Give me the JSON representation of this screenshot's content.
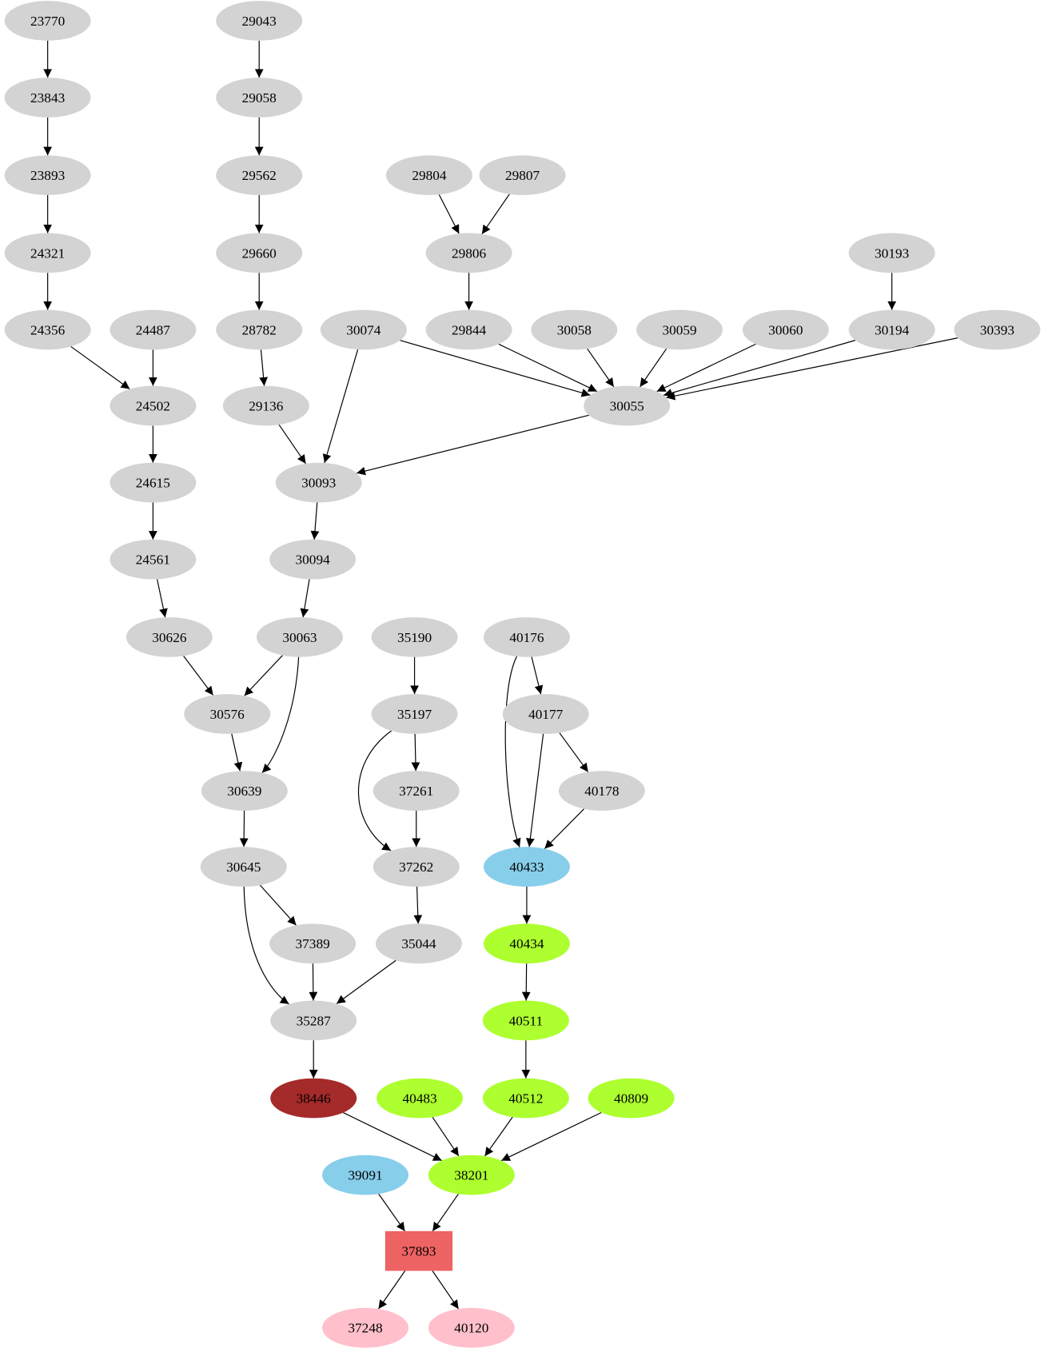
{
  "colors": {
    "default": "#d3d3d3",
    "skyblue": "#87ceeb",
    "greenyellow": "#adff2f",
    "brown": "#a52a2a",
    "indianred": "#ee6363",
    "pink": "#ffc0cb"
  },
  "nodes": [
    {
      "id": "23770",
      "color": "default"
    },
    {
      "id": "23843",
      "color": "default"
    },
    {
      "id": "23893",
      "color": "default"
    },
    {
      "id": "24321",
      "color": "default"
    },
    {
      "id": "24356",
      "color": "default"
    },
    {
      "id": "24487",
      "color": "default"
    },
    {
      "id": "24502",
      "color": "default"
    },
    {
      "id": "24615",
      "color": "default"
    },
    {
      "id": "24561",
      "color": "default"
    },
    {
      "id": "30626",
      "color": "default"
    },
    {
      "id": "29043",
      "color": "default"
    },
    {
      "id": "29058",
      "color": "default"
    },
    {
      "id": "29562",
      "color": "default"
    },
    {
      "id": "29660",
      "color": "default"
    },
    {
      "id": "28782",
      "color": "default"
    },
    {
      "id": "29136",
      "color": "default"
    },
    {
      "id": "30074",
      "color": "default"
    },
    {
      "id": "30093",
      "color": "default"
    },
    {
      "id": "30094",
      "color": "default"
    },
    {
      "id": "30063",
      "color": "default"
    },
    {
      "id": "30576",
      "color": "default"
    },
    {
      "id": "30639",
      "color": "default"
    },
    {
      "id": "30645",
      "color": "default"
    },
    {
      "id": "37389",
      "color": "default"
    },
    {
      "id": "35287",
      "color": "default"
    },
    {
      "id": "38446",
      "color": "brown"
    },
    {
      "id": "29804",
      "color": "default"
    },
    {
      "id": "29807",
      "color": "default"
    },
    {
      "id": "29806",
      "color": "default"
    },
    {
      "id": "29844",
      "color": "default"
    },
    {
      "id": "30058",
      "color": "default"
    },
    {
      "id": "30059",
      "color": "default"
    },
    {
      "id": "30060",
      "color": "default"
    },
    {
      "id": "30193",
      "color": "default"
    },
    {
      "id": "30194",
      "color": "default"
    },
    {
      "id": "30393",
      "color": "default"
    },
    {
      "id": "30055",
      "color": "default"
    },
    {
      "id": "35190",
      "color": "default"
    },
    {
      "id": "35197",
      "color": "default"
    },
    {
      "id": "37261",
      "color": "default"
    },
    {
      "id": "37262",
      "color": "default"
    },
    {
      "id": "35044",
      "color": "default"
    },
    {
      "id": "40176",
      "color": "default"
    },
    {
      "id": "40177",
      "color": "default"
    },
    {
      "id": "40178",
      "color": "default"
    },
    {
      "id": "40433",
      "color": "skyblue"
    },
    {
      "id": "40434",
      "color": "greenyellow"
    },
    {
      "id": "40511",
      "color": "greenyellow"
    },
    {
      "id": "40512",
      "color": "greenyellow"
    },
    {
      "id": "40483",
      "color": "greenyellow"
    },
    {
      "id": "40809",
      "color": "greenyellow"
    },
    {
      "id": "38201",
      "color": "greenyellow"
    },
    {
      "id": "39091",
      "color": "skyblue"
    },
    {
      "id": "37893",
      "color": "indianred",
      "shape": "box"
    },
    {
      "id": "37248",
      "color": "pink"
    },
    {
      "id": "40120",
      "color": "pink"
    }
  ],
  "edges": [
    [
      "23770",
      "23843"
    ],
    [
      "23843",
      "23893"
    ],
    [
      "23893",
      "24321"
    ],
    [
      "24321",
      "24356"
    ],
    [
      "24356",
      "24502"
    ],
    [
      "24487",
      "24502"
    ],
    [
      "24502",
      "24615"
    ],
    [
      "24615",
      "24561"
    ],
    [
      "24561",
      "30626"
    ],
    [
      "30626",
      "30576"
    ],
    [
      "29043",
      "29058"
    ],
    [
      "29058",
      "29562"
    ],
    [
      "29562",
      "29660"
    ],
    [
      "29660",
      "28782"
    ],
    [
      "28782",
      "29136"
    ],
    [
      "29136",
      "30093"
    ],
    [
      "30074",
      "30093"
    ],
    [
      "30074",
      "30055"
    ],
    [
      "30055",
      "30093"
    ],
    [
      "30093",
      "30094"
    ],
    [
      "30094",
      "30063"
    ],
    [
      "30063",
      "30576"
    ],
    [
      "30063",
      "30639"
    ],
    [
      "30576",
      "30639"
    ],
    [
      "30639",
      "30645"
    ],
    [
      "30645",
      "37389"
    ],
    [
      "30645",
      "35287"
    ],
    [
      "37389",
      "35287"
    ],
    [
      "35044",
      "35287"
    ],
    [
      "35287",
      "38446"
    ],
    [
      "29804",
      "29806"
    ],
    [
      "29807",
      "29806"
    ],
    [
      "29806",
      "29844"
    ],
    [
      "29844",
      "30055"
    ],
    [
      "30058",
      "30055"
    ],
    [
      "30059",
      "30055"
    ],
    [
      "30060",
      "30055"
    ],
    [
      "30193",
      "30194"
    ],
    [
      "30194",
      "30055"
    ],
    [
      "30393",
      "30055"
    ],
    [
      "35190",
      "35197"
    ],
    [
      "35197",
      "37261"
    ],
    [
      "35197",
      "37262"
    ],
    [
      "37261",
      "37262"
    ],
    [
      "37262",
      "35044"
    ],
    [
      "40176",
      "40177"
    ],
    [
      "40176",
      "40433"
    ],
    [
      "40177",
      "40433"
    ],
    [
      "40177",
      "40178"
    ],
    [
      "40178",
      "40433"
    ],
    [
      "40433",
      "40434"
    ],
    [
      "40434",
      "40511"
    ],
    [
      "40511",
      "40512"
    ],
    [
      "38446",
      "38201"
    ],
    [
      "40483",
      "38201"
    ],
    [
      "40512",
      "38201"
    ],
    [
      "40809",
      "38201"
    ],
    [
      "39091",
      "37893"
    ],
    [
      "38201",
      "37893"
    ],
    [
      "37893",
      "37248"
    ],
    [
      "37893",
      "40120"
    ]
  ]
}
